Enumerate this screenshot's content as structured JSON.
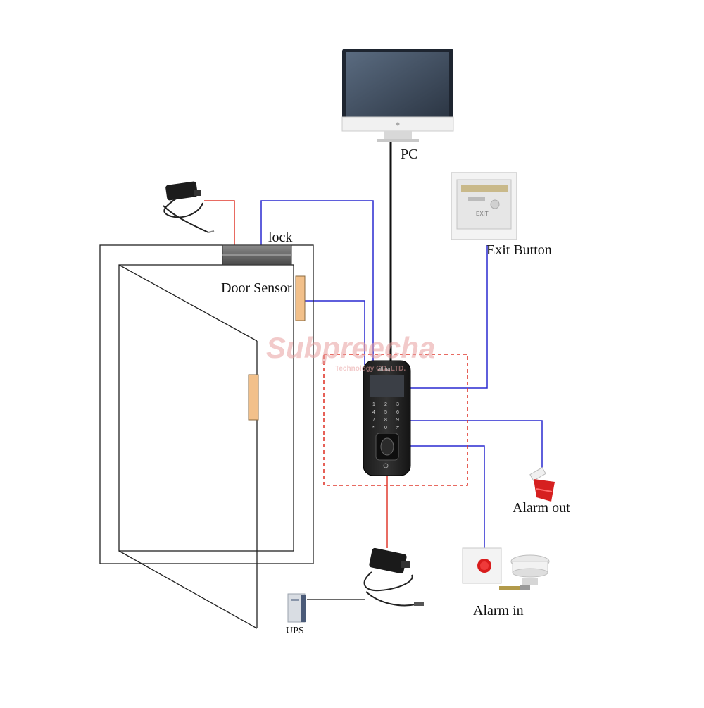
{
  "labels": {
    "pc": "PC",
    "lock": "lock",
    "exit_button": "Exit Button",
    "door_sensor": "Door Sensor",
    "alarm_out": "Alarm out",
    "alarm_in": "Alarm in",
    "ups": "UPS"
  },
  "devices": {
    "exit_plate_text": "EXIT",
    "reader_brand": "alhua",
    "keypad_keys": [
      "1",
      "2",
      "3",
      "4",
      "5",
      "6",
      "7",
      "8",
      "9",
      "*",
      "0",
      "#"
    ]
  },
  "watermark": {
    "brand": "Subpreecha",
    "sub": "Technology CO.,LTD."
  },
  "colors": {
    "power_wire": "#e03a2f",
    "signal_wire": "#2a2ad0",
    "network_wire": "#111111",
    "device_box": "#e03a2f",
    "door_stroke": "#222222",
    "sensor_fill": "#f2c08a"
  }
}
